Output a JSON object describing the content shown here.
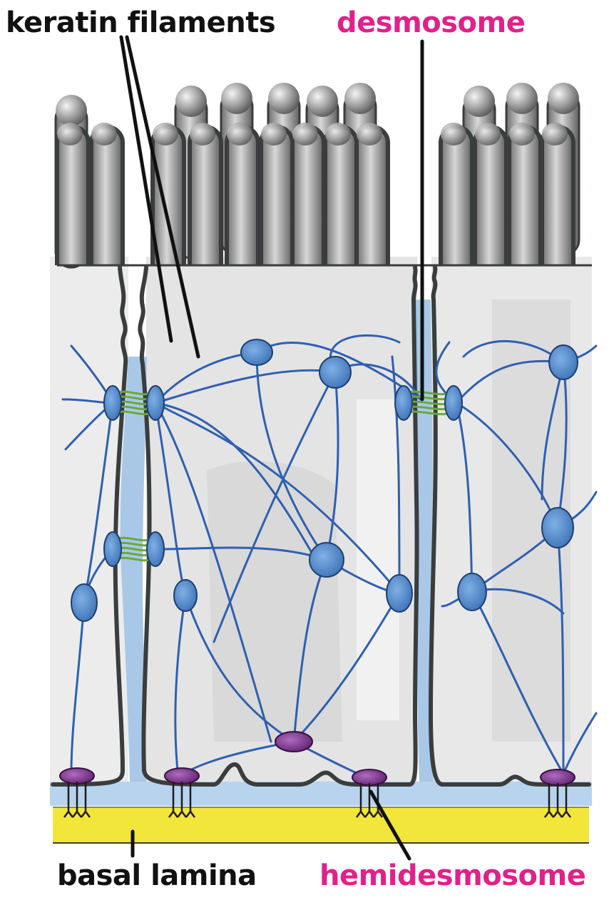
{
  "labels": {
    "keratin_filaments": "keratin filaments",
    "desmosome": "desmosome",
    "basal_lamina": "basal lamina",
    "hemidesmosome": "hemidesmosome"
  },
  "colors": {
    "membrane": "#3a3d3d",
    "microvilli_fill": "#9a9a9a",
    "cytoplasm": "#e6e6e6",
    "intercellular_space": "#a9c8e8",
    "keratin_filament": "#2f5fb0",
    "desmosome_plaque": "#4a86cc",
    "desmosome_linker": "#6aa83a",
    "hemidesmosome_plaque": "#7a2f86",
    "basal_lamina": "#f2e63a",
    "label_black": "#111111",
    "label_magenta": "#e0218a"
  }
}
